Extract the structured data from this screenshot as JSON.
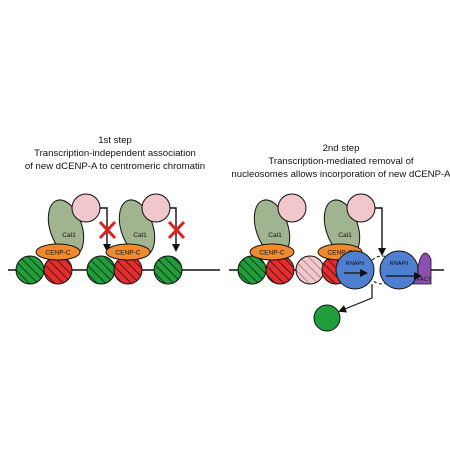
{
  "step1": {
    "title_line1": "1st step",
    "title_line2": "Transcription-independent association",
    "title_line3": "of new dCENP-A to centromeric chromatin"
  },
  "step2": {
    "title_line1": "2nd step",
    "title_line2": "Transcription-mediated removal of",
    "title_line3": "nucleosomes allows incorporation of new dCENP-A"
  },
  "labels": {
    "cal1": "Cal1",
    "cenpc": "CENP-C",
    "rnapii": "RNAPII",
    "fact": "FACT"
  },
  "colors": {
    "cal1": "#9fb48f",
    "cenpc": "#f08a2c",
    "new_cenpa": "#f2c7cb",
    "h3_nucleosome": "#1f9e3a",
    "cenpa_nucleosome": "#e52d2d",
    "rnapii": "#4f7fd0",
    "fact": "#8c4fb0",
    "block_x": "#e02020"
  }
}
